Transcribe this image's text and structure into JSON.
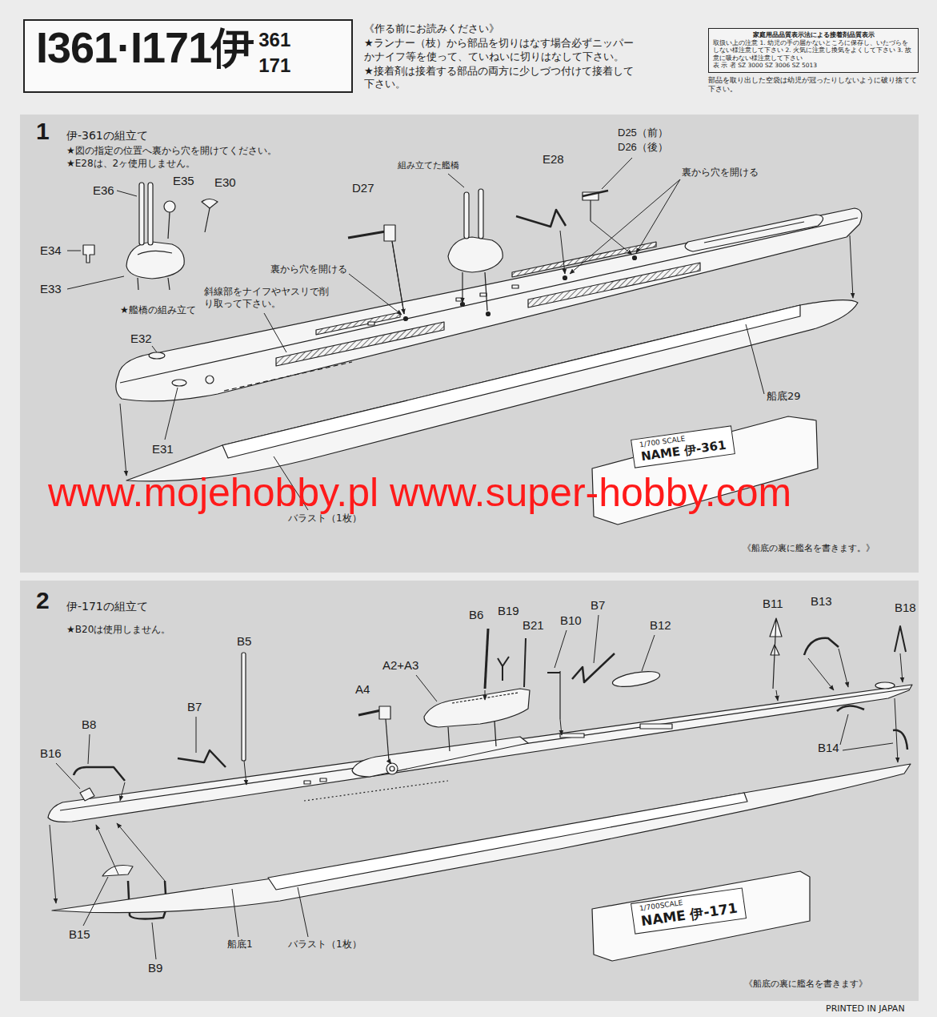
{
  "diagram": {
    "title": "I361·I171伊",
    "nodes": [
      {
        "text": [
          "家庭用品品質表示法による接着剤品質表示",
          "取扱い上の注意 1. 幼児の手の届かないところに保存し、いたづらをしない様注意して下さい 2. 火気に注意し換気をよくして下さい 3. 故意に吸わない様注意して下さい",
          "表 示 者 SZ 3000 SZ 3006 SZ 5013"
        ]
      },
      {
        "text": [
          "1",
          "伊-361の組立て",
          "★図の指定の位置へ裏から穴を開けてください。",
          "★E28は、2ヶ使用しません。"
        ]
      },
      {
        "text": [
          "1/700 SCALE",
          "NAME 伊-361"
        ],
        "in": 1
      },
      {
        "text": [
          "2",
          "伊-171の組立て",
          "★B20は使用しません。"
        ]
      },
      {
        "text": [
          "1/700SCALE",
          "NAME 伊-171"
        ],
        "in": 3
      }
    ],
    "labels": [
      "361",
      "171",
      "《作る前にお読みください》",
      "★ランナー（枝）から部品を切りはなす場合必ずニッパーかナイフ等を使って、ていねいに切りはなして下さい。",
      "★接着剤は接着する部品の両方に少しづつ付けて接着して下さい。",
      "部品を取り出した空袋は幼児が冠ったりしないように破り捨てて下さい。",
      "E36",
      "E35",
      "E30",
      "E34",
      "E33",
      "★艦橋の組み立て",
      "D27",
      "組み立てた艦橋",
      "E28",
      "D25（前）",
      "D26（後）",
      "裏から穴を開ける",
      "裏から穴を開ける",
      "斜線部をナイフやヤスリで削り取って下さい。",
      "E32",
      "E31",
      "船底29",
      "バラスト（1枚）",
      "《船底の裏に艦名を書きます。》",
      "www.mojehobby.pl www.super-hobby.com",
      "B5",
      "B6",
      "B19",
      "B21",
      "B10",
      "B7",
      "B12",
      "B11",
      "B13",
      "B18",
      "A2+A3",
      "A4",
      "B7",
      "B8",
      "B16",
      "B14",
      "B15",
      "B9",
      "船底1",
      "バラスト（1枚）",
      "《船底の裏に艦名を書きます》",
      "PRINTED IN JAPAN"
    ]
  }
}
